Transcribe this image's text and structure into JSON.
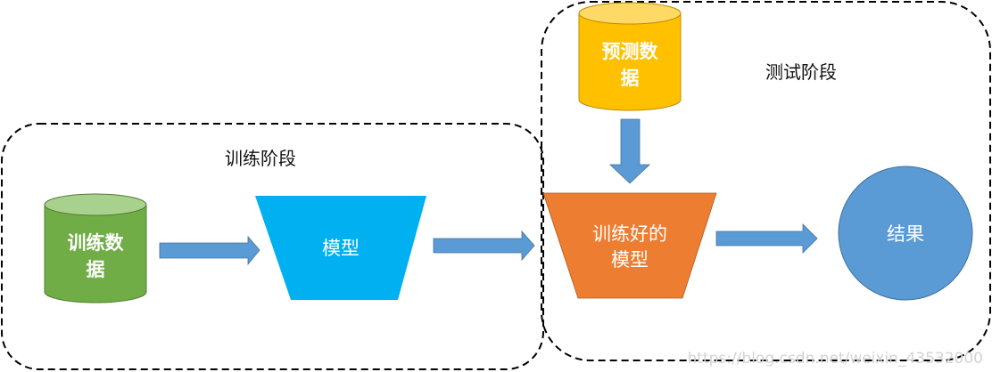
{
  "diagram": {
    "stages": {
      "training": {
        "label": "训练阶段"
      },
      "testing": {
        "label": "测试阶段"
      }
    },
    "nodes": {
      "training_data": {
        "lines": [
          "训练数",
          "据"
        ],
        "shape": "cylinder",
        "color": "#70ad47",
        "top_color": "#a9d18e"
      },
      "model": {
        "lines": [
          "模型"
        ],
        "shape": "trapezoid",
        "color": "#00b0f0"
      },
      "prediction_data": {
        "lines": [
          "预测数",
          "据"
        ],
        "shape": "cylinder",
        "color": "#ffc000",
        "top_color": "#ffd966"
      },
      "trained_model": {
        "lines": [
          "训练好的",
          "模型"
        ],
        "shape": "trapezoid",
        "color": "#ed7d31"
      },
      "result": {
        "lines": [
          "结果"
        ],
        "shape": "circle",
        "color": "#5b9bd5"
      }
    },
    "edges": [
      {
        "from": "training_data",
        "to": "model"
      },
      {
        "from": "model",
        "to": "trained_model"
      },
      {
        "from": "prediction_data",
        "to": "trained_model"
      },
      {
        "from": "trained_model",
        "to": "result"
      }
    ],
    "arrow_color": "#5b9bd5",
    "watermark": "https://blog.csdn.net/weixin_43532000"
  }
}
